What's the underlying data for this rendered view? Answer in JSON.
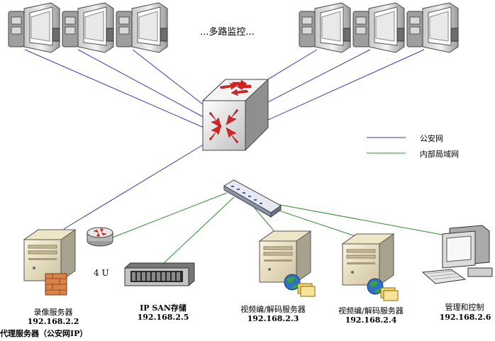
{
  "multi_label": "...多路监控...",
  "legend": {
    "police_net": "公安网",
    "internal_lan": "内部局域网",
    "police_color": "#3a3aa8",
    "lan_color": "#2e8b2e"
  },
  "rack_unit": "4 U",
  "nodes": {
    "recorder": {
      "name": "录像服务器",
      "ip": "192.168.2.2",
      "extra": "代理服务器（公安网IP）"
    },
    "san": {
      "name": "IP SAN存储",
      "ip": "192.168.2.5"
    },
    "codec1": {
      "name": "视频编/解码服务器",
      "ip": "192.168.2.3"
    },
    "codec2": {
      "name": "视频编/解码服务器",
      "ip": "192.168.2.4"
    },
    "mgmt": {
      "name": "管理和控制",
      "ip": "192.168.2.6"
    }
  },
  "icons": {
    "camera": "camera-icon",
    "core_switch": "core-switch-icon",
    "hub": "network-hub-icon",
    "router": "router-icon",
    "server": "server-icon",
    "storage": "storage-array-icon",
    "pc": "workstation-icon"
  }
}
